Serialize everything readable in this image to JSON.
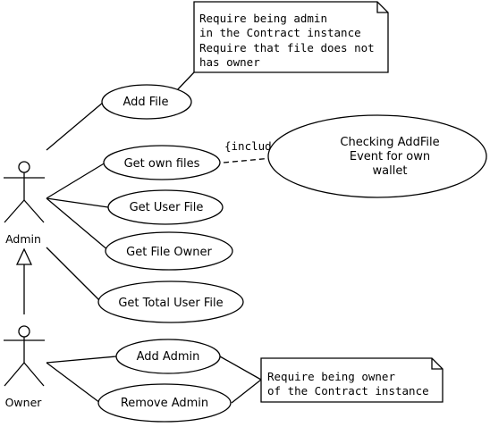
{
  "actors": {
    "admin": "Admin",
    "owner": "Owner"
  },
  "use_cases": {
    "add_file": "Add File",
    "get_own_files": "Get own files",
    "get_user_file": "Get User File",
    "get_file_owner": "Get File Owner",
    "get_total_user_file": "Get Total User File",
    "add_admin": "Add Admin",
    "remove_admin": "Remove Admin",
    "checking_addfile": [
      "Checking AddFile",
      "Event for own",
      "wallet"
    ]
  },
  "relations": {
    "include": "{include}"
  },
  "notes": {
    "add_file_note": [
      "Require being admin",
      "in the Contract instance",
      "Require that file does not",
      "has owner"
    ],
    "owner_note": [
      "Require being owner",
      "of the Contract instance"
    ]
  }
}
